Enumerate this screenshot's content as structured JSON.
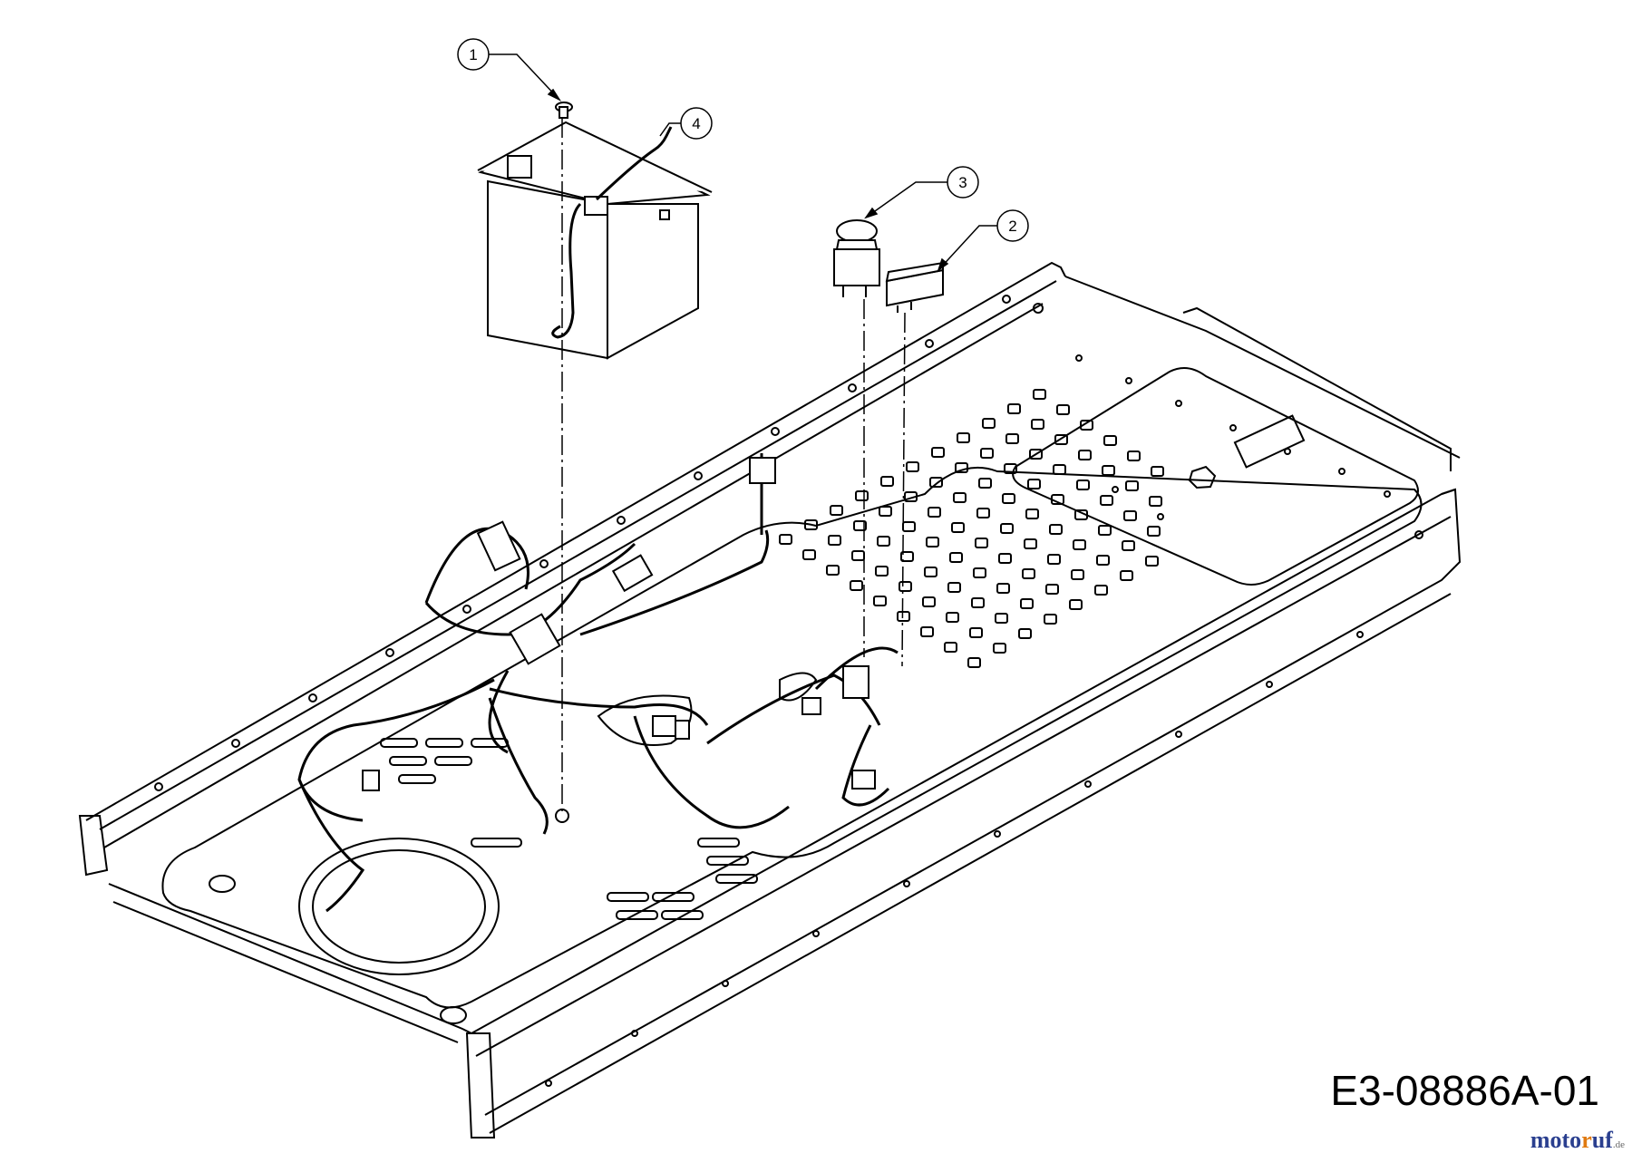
{
  "diagram": {
    "code": "E3-08886A-01",
    "callouts": [
      {
        "label": "1",
        "part": "bolt"
      },
      {
        "label": "2",
        "part": "relay"
      },
      {
        "label": "3",
        "part": "ignition-switch"
      },
      {
        "label": "4",
        "part": "battery-cable"
      }
    ]
  },
  "watermark": {
    "prefix": "moto",
    "accent": "r",
    "suffix_main": "uf",
    "tld": ".de"
  },
  "colors": {
    "line": "#000000",
    "background": "#ffffff",
    "watermark_blue": "#2a3f8f",
    "watermark_orange": "#e07a10"
  }
}
